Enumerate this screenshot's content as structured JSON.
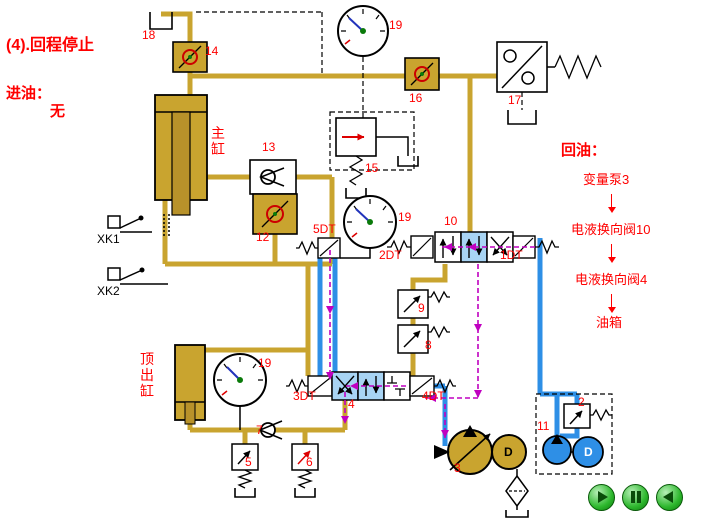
{
  "title": "(4).回程停止",
  "inlet": {
    "label": "进油：",
    "value": "无"
  },
  "outlet": {
    "label": "回油：",
    "steps": [
      "变量泵3",
      "电液换向阀10",
      "电液换向阀4",
      "油箱"
    ]
  },
  "cylinders": {
    "main": "主缸",
    "ejector": "顶出缸"
  },
  "switches": {
    "xk1": "XK1",
    "xk2": "XK2"
  },
  "solenoids": {
    "dt5": "5DT",
    "dt2": "2DT",
    "dt1": "1DT",
    "dt3": "3DT",
    "dt4": "4DT"
  },
  "numbers": {
    "n2": "2",
    "n3": "3",
    "n4": "4",
    "n5": "5",
    "n6": "6",
    "n7": "7",
    "n8": "8",
    "n9": "9",
    "n10": "10",
    "n11": "11",
    "n12": "12",
    "n13": "13",
    "n14": "14",
    "n15": "15",
    "n16": "16",
    "n17": "17",
    "n18": "18",
    "n19_top": "19",
    "n19_mid": "19",
    "n19_bot": "19"
  },
  "motors": {
    "left": "D",
    "right": "D"
  },
  "colors": {
    "pipe_gold": "#C9A42F",
    "pipe_blue": "#2E8FE6",
    "flow_magenta": "#C000C0",
    "text_red": "#FF0000",
    "button_green": "#2EB82E"
  }
}
